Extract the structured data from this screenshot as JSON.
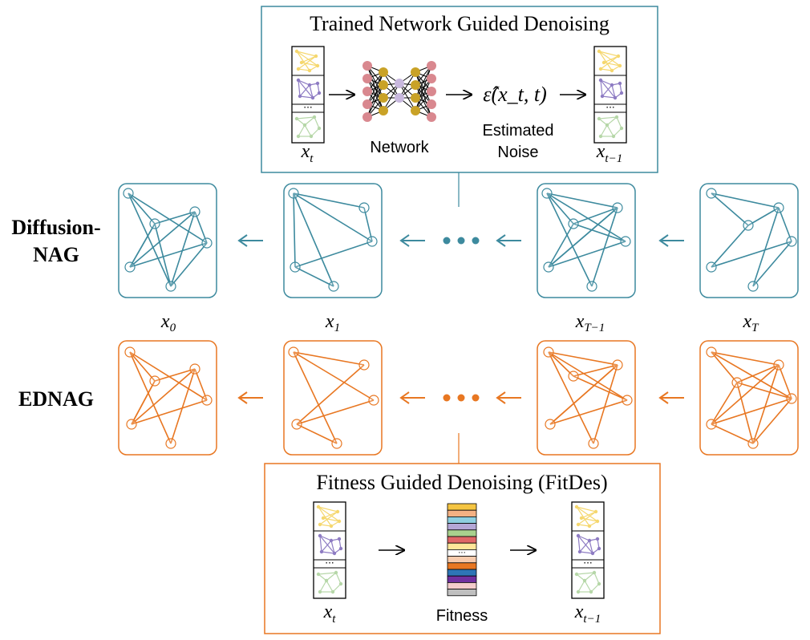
{
  "top_panel": {
    "title": "Trained Network Guided Denoising",
    "network_label": "Network",
    "noise_expr": "ε̂(x_t, t)",
    "noise_label_line1": "Estimated",
    "noise_label_line2": "Noise",
    "input_label": "x",
    "input_sub": "t",
    "output_label": "x",
    "output_sub": "t−1",
    "ellipsis": "···"
  },
  "rows": [
    {
      "name": "Diffusion-NAG",
      "line1": "Diffusion-",
      "line2": "NAG",
      "color": "#3d8a9e"
    },
    {
      "name": "EDNAG",
      "line1": "EDNAG",
      "line2": "",
      "color": "#e87722"
    }
  ],
  "steps": [
    {
      "label": "x",
      "sub": "0"
    },
    {
      "label": "x",
      "sub": "1"
    },
    {
      "label": "x",
      "sub": "T−1"
    },
    {
      "label": "x",
      "sub": "T"
    }
  ],
  "bottom_panel": {
    "title": "Fitness Guided Denoising (FitDes)",
    "fitness_label": "Fitness",
    "input_label": "x",
    "input_sub": "t",
    "output_label": "x",
    "output_sub": "t−1",
    "ellipsis": "···",
    "fitness_colors": [
      "#f5c542",
      "#f4b183",
      "#8ecfe0",
      "#b4a7d6",
      "#a9d18e",
      "#e06666",
      "#ffe599",
      "#ffffff",
      "#f8cbad",
      "#e87722",
      "#2e75b6",
      "#7030a0",
      "#f4cccc",
      "#bfbfbf"
    ]
  },
  "mini_graph_colors": [
    "#f5d76e",
    "#8e7cc3",
    "#b6d7a8"
  ]
}
